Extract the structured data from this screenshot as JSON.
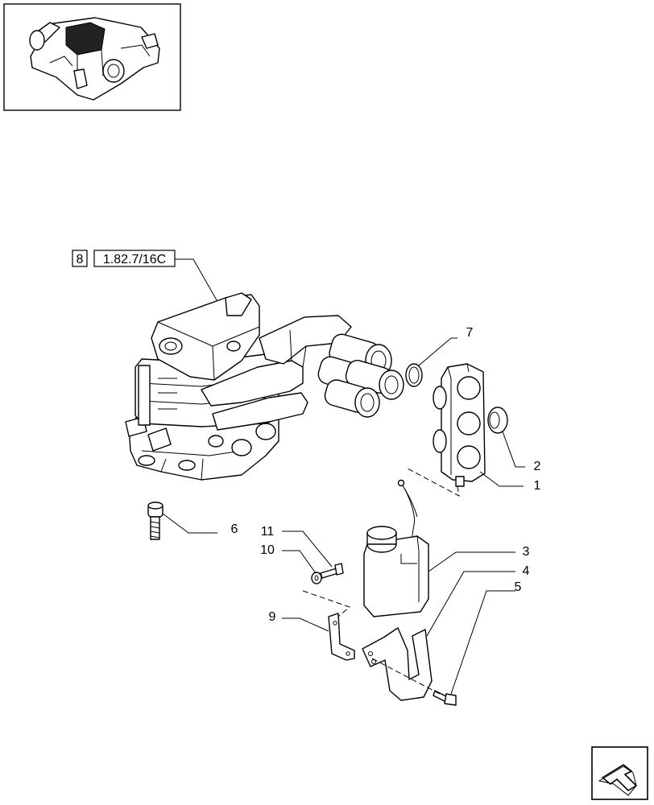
{
  "reference": {
    "box_number": "8",
    "code": "1.82.7/16C"
  },
  "callouts": [
    "1",
    "2",
    "3",
    "4",
    "5",
    "6",
    "7",
    "9",
    "10",
    "11"
  ],
  "icons": {
    "thumbnail": "tractor-rear-housing-thumbnail",
    "nav": "next-page-arrow-icon"
  }
}
